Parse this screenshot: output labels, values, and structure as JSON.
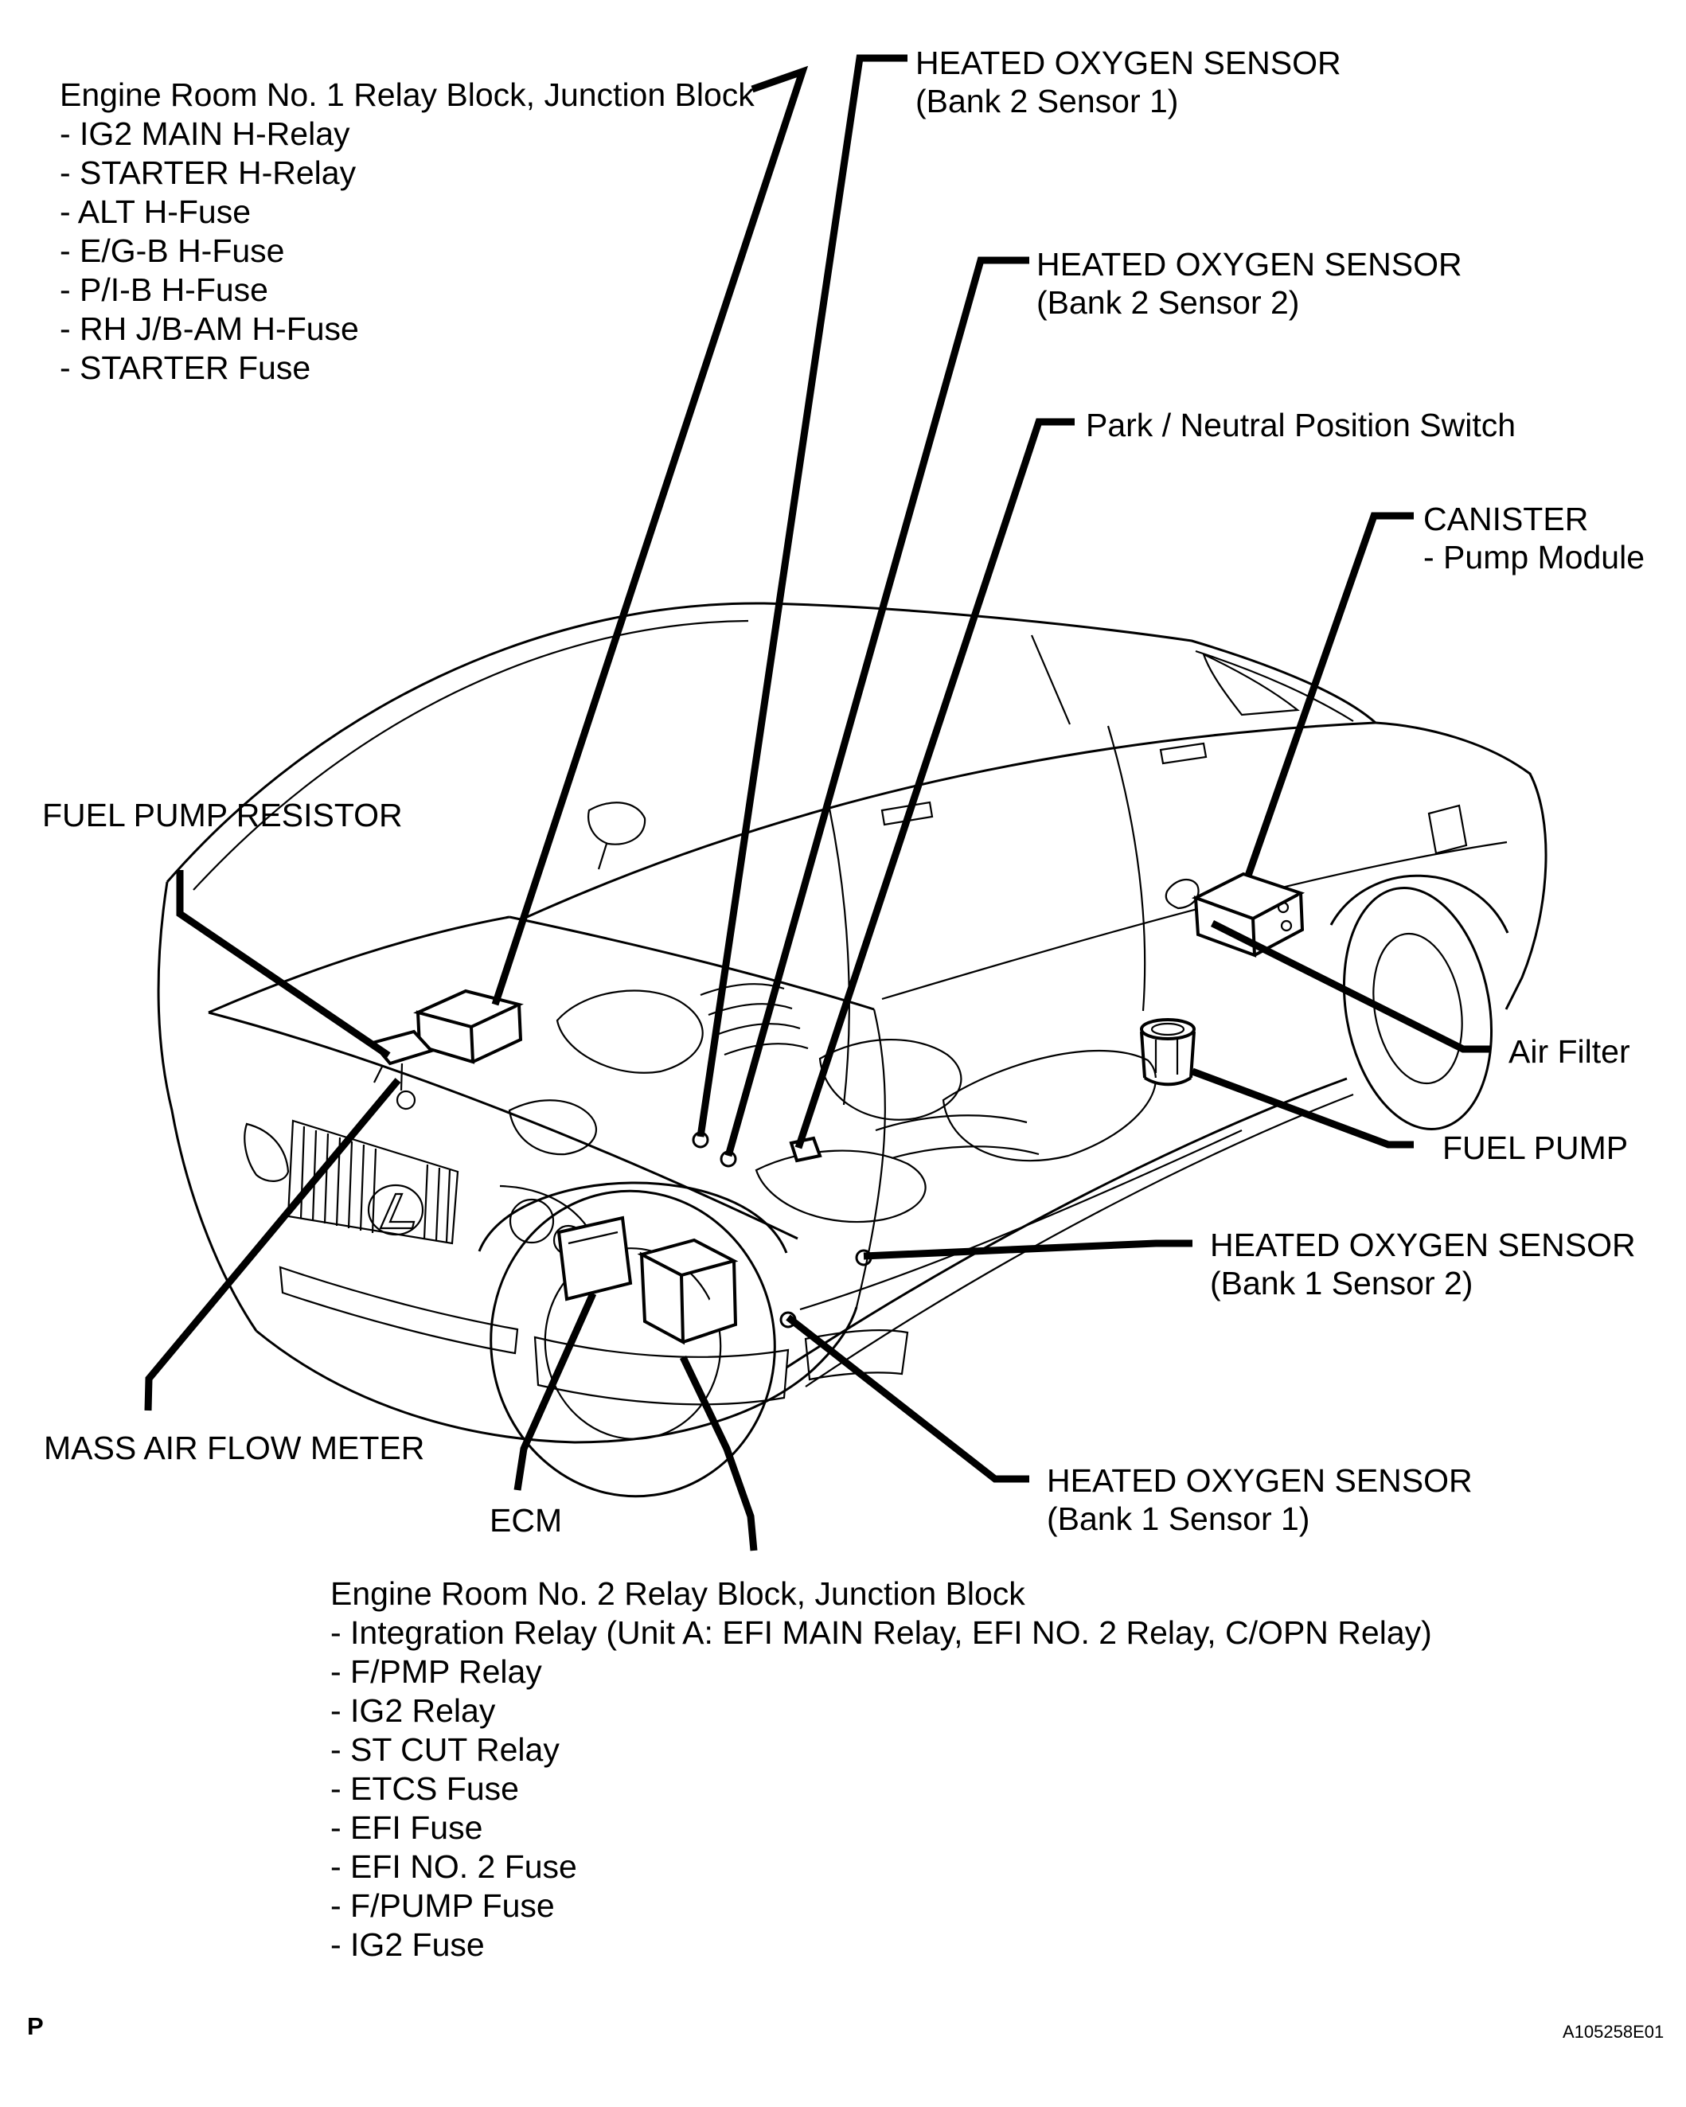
{
  "figure": {
    "page_marker": "P",
    "figure_code": "A105258E01",
    "ink_color": "#000000",
    "background_color": "#ffffff",
    "subject": "Lexus GS engine component location diagram (3/4 front-left cutaway sedan line art)"
  },
  "labels": {
    "relay_block_1": {
      "title": "Engine Room No. 1 Relay Block, Junction Block",
      "items": [
        "- IG2 MAIN H-Relay",
        "- STARTER H-Relay",
        "- ALT H-Fuse",
        "- E/G-B H-Fuse",
        "- P/I-B H-Fuse",
        "- RH J/B-AM H-Fuse",
        "- STARTER Fuse"
      ]
    },
    "ho2s_b2s1": {
      "line1": "HEATED OXYGEN SENSOR",
      "line2": "(Bank 2 Sensor 1)"
    },
    "ho2s_b2s2": {
      "line1": "HEATED OXYGEN SENSOR",
      "line2": "(Bank 2 Sensor 2)"
    },
    "park_neutral_switch": "Park / Neutral Position Switch",
    "canister": {
      "line1": "CANISTER",
      "line2": "- Pump Module"
    },
    "fuel_pump_resistor": "FUEL PUMP RESISTOR",
    "air_filter": "Air Filter",
    "fuel_pump": "FUEL PUMP",
    "ho2s_b1s2": {
      "line1": "HEATED OXYGEN SENSOR",
      "line2": "(Bank 1 Sensor 2)"
    },
    "ho2s_b1s1": {
      "line1": "HEATED OXYGEN SENSOR",
      "line2": "(Bank 1 Sensor 1)"
    },
    "mass_air_flow_meter": "MASS AIR FLOW METER",
    "ecm": "ECM",
    "relay_block_2": {
      "title": "Engine Room No. 2 Relay Block, Junction Block",
      "items": [
        "- Integration Relay (Unit A: EFI MAIN Relay, EFI NO. 2 Relay, C/OPN Relay)",
        "- F/PMP Relay",
        "- IG2 Relay",
        "- ST CUT Relay",
        "- ETCS Fuse",
        "- EFI Fuse",
        "- EFI NO. 2 Fuse",
        "- F/PUMP Fuse",
        "- IG2 Fuse"
      ]
    }
  }
}
